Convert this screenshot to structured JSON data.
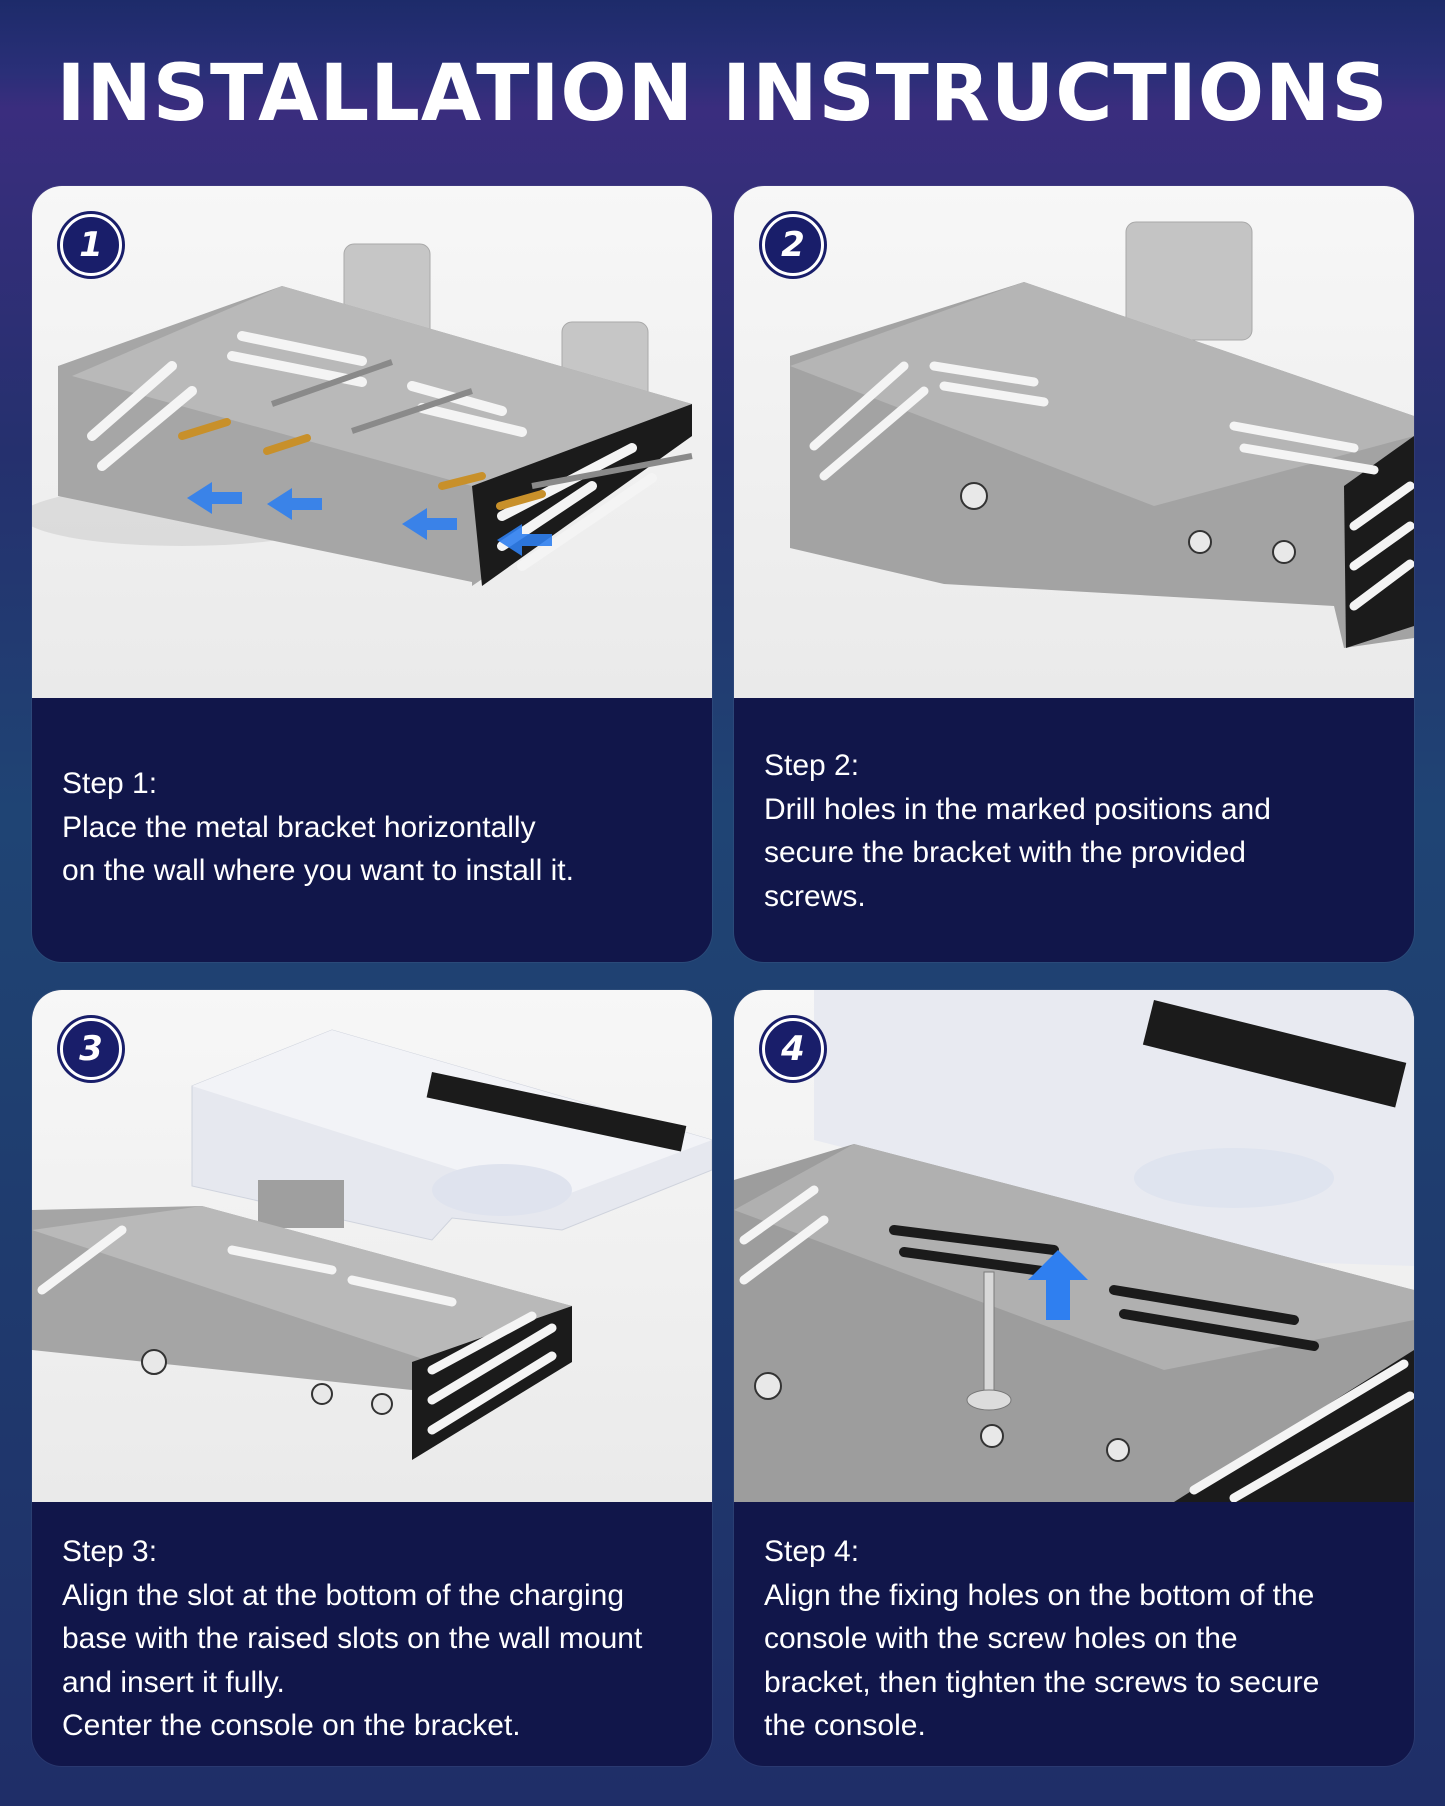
{
  "title": "INSTALLATION INSTRUCTIONS",
  "steps": [
    {
      "number": "1",
      "heading": "Step 1:",
      "lines": [
        "Place the metal bracket horizontally",
        "on the wall where you want to install it."
      ]
    },
    {
      "number": "2",
      "heading": "Step 2:",
      "lines": [
        "Drill holes in the marked positions and",
        "secure the bracket with the provided",
        "screws."
      ]
    },
    {
      "number": "3",
      "heading": "Step 3:",
      "lines": [
        "Align the slot at the bottom of the charging",
        "base with the raised slots on the wall mount",
        "and insert it fully.",
        "Center the console on the bracket."
      ]
    },
    {
      "number": "4",
      "heading": "Step 4:",
      "lines": [
        "Align the fixing holes on the bottom of the",
        "console with the screw holes on the",
        "bracket, then tighten the screws to secure",
        "the console."
      ]
    }
  ],
  "icons": {
    "bracket": "bracket-illustration",
    "arrow": "arrow-icon"
  },
  "colors": {
    "card_bg": "#11164a",
    "badge_bg": "#191e6a",
    "arrow_blue": "#2f7ff0"
  }
}
